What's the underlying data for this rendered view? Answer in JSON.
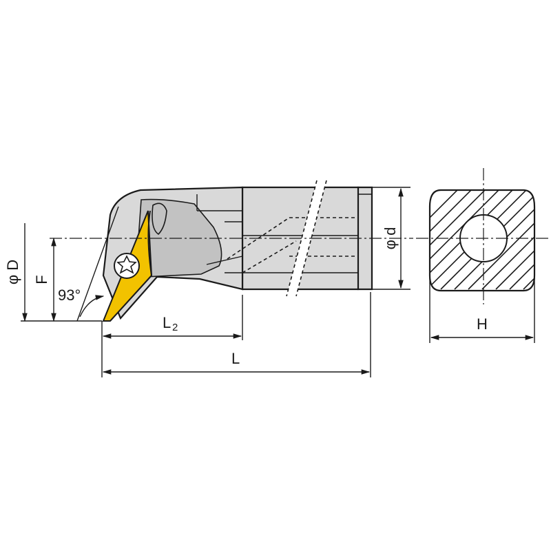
{
  "dimensions": {
    "phi_D": "φ D",
    "F": "F",
    "angle": "93°",
    "L2_main": "L",
    "L2_sub": "2",
    "L": "L",
    "phi_d": "φ d",
    "H": "H"
  },
  "colors": {
    "insert": "#f2c200",
    "body": "#d9d9d9",
    "line": "#1a1a1a"
  }
}
